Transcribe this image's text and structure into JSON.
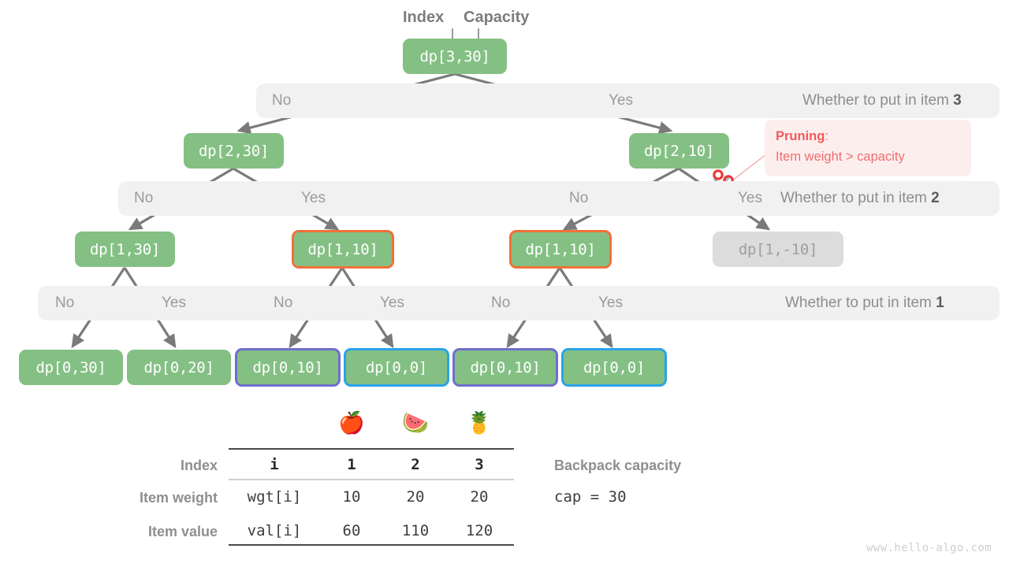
{
  "top_annotations": {
    "index_label": "Index",
    "capacity_label": "Capacity"
  },
  "tree": {
    "levels": [
      {
        "question": "Whether to put in item ",
        "item": "3",
        "branch_labels": [
          "No",
          "Yes"
        ]
      },
      {
        "question": "Whether to put in item ",
        "item": "2",
        "branch_labels": [
          "No",
          "Yes",
          "No",
          "Yes"
        ]
      },
      {
        "question": "Whether to put in item ",
        "item": "1",
        "branch_labels": [
          "No",
          "Yes",
          "No",
          "Yes",
          "No",
          "Yes"
        ]
      }
    ],
    "nodes": {
      "root": "dp[3,30]",
      "level2": [
        "dp[2,30]",
        "dp[2,10]"
      ],
      "level3": [
        "dp[1,30]",
        "dp[1,10]",
        "dp[1,10]",
        "dp[1,-10]"
      ],
      "leaves": [
        "dp[0,30]",
        "dp[0,20]",
        "dp[0,10]",
        "dp[0,0]",
        "dp[0,10]",
        "dp[0,0]"
      ]
    }
  },
  "pruning_callout": {
    "title": "Pruning",
    "colon": ":",
    "text": "Item weight > capacity"
  },
  "table": {
    "emojis": [
      "🍎",
      "🍉",
      "🍍"
    ],
    "row_labels": [
      "Index",
      "Item weight",
      "Item value"
    ],
    "first_column": [
      "i",
      "wgt[i]",
      "val[i]"
    ],
    "rows": [
      [
        "1",
        "2",
        "3"
      ],
      [
        "10",
        "20",
        "20"
      ],
      [
        "60",
        "110",
        "120"
      ]
    ]
  },
  "capacity_note": {
    "title": "Backpack capacity",
    "value": "cap = 30"
  },
  "watermark": "www.hello-algo.com",
  "colors": {
    "node_green": "#84c084",
    "node_muted": "#dcdcdc",
    "border_orange": "#f2703a",
    "border_purple": "#6f6fcd",
    "border_blue": "#29a3e8",
    "band_gray": "#f1f1f1",
    "edge_gray": "#7a7a7a",
    "prune_red": "#ef6d6d",
    "prune_bg": "#fdeeee"
  }
}
